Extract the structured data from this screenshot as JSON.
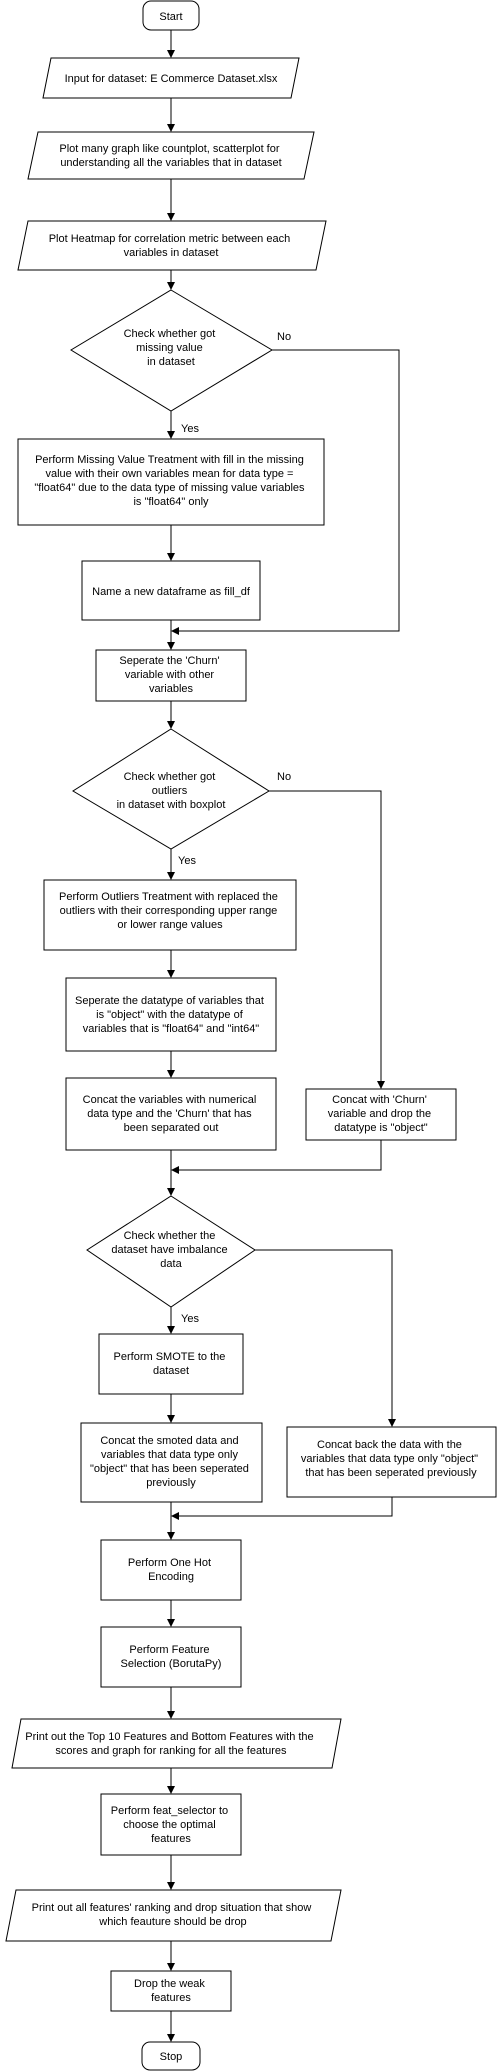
{
  "nodes": [
    {
      "id": "start",
      "shape": "terminal",
      "lines": [
        "Start"
      ]
    },
    {
      "id": "input",
      "shape": "io",
      "lines": [
        "Input for dataset: E Commerce Dataset.xlsx"
      ]
    },
    {
      "id": "plot",
      "shape": "io",
      "lines": [
        "Plot many graph like countplot, scatterplot for",
        "understanding all the variables that in dataset"
      ]
    },
    {
      "id": "heatmap",
      "shape": "io",
      "lines": [
        "Plot Heatmap for correlation metric between each",
        "variables in dataset"
      ]
    },
    {
      "id": "check_missing",
      "shape": "decision",
      "lines": [
        "Check whether got",
        "missing value",
        "in dataset"
      ]
    },
    {
      "id": "missing_treatment",
      "shape": "process",
      "lines": [
        "Perform Missing Value Treatment with fill in the missing",
        "value with their own variables mean for data type =",
        "\"float64\" due to the data type of missing value variables",
        "is \"float64\" only"
      ]
    },
    {
      "id": "fill_df",
      "shape": "process",
      "lines": [
        "Name a new dataframe as fill_df"
      ]
    },
    {
      "id": "separate_churn",
      "shape": "process",
      "lines": [
        "Seperate the 'Churn'",
        "variable with other",
        "variables"
      ]
    },
    {
      "id": "check_outliers",
      "shape": "decision",
      "lines": [
        "Check whether got",
        "outliers",
        "in dataset with boxplot"
      ]
    },
    {
      "id": "outlier_treatment",
      "shape": "process",
      "lines": [
        "Perform Outliers Treatment with replaced the",
        "outliers with their corresponding upper range",
        "or lower range values"
      ]
    },
    {
      "id": "separate_dtype",
      "shape": "process",
      "lines": [
        "Seperate the datatype of variables that",
        "is \"object\" with the datatype of",
        "variables that is \"float64\" and \"int64\""
      ]
    },
    {
      "id": "concat_numerical",
      "shape": "process",
      "lines": [
        "Concat the variables with numerical",
        "data type and the 'Churn' that has",
        "been separated out"
      ]
    },
    {
      "id": "concat_churn_drop",
      "shape": "process",
      "lines": [
        "Concat with 'Churn'",
        "variable and drop the",
        "datatype is \"object\""
      ]
    },
    {
      "id": "check_imbalance",
      "shape": "decision",
      "lines": [
        "Check whether the",
        "dataset have imbalance",
        "data"
      ]
    },
    {
      "id": "smote",
      "shape": "process",
      "lines": [
        "Perform SMOTE to the",
        "dataset"
      ]
    },
    {
      "id": "concat_smoted",
      "shape": "process",
      "lines": [
        "Concat the smoted data and",
        "variables that data type only",
        "\"object\" that has been seperated",
        "previously"
      ]
    },
    {
      "id": "concat_back",
      "shape": "process",
      "lines": [
        "Concat back the data with the",
        "variables that data type only \"object\"",
        "that has been seperated previously"
      ]
    },
    {
      "id": "one_hot",
      "shape": "process",
      "lines": [
        "Perform One Hot",
        "Encoding"
      ]
    },
    {
      "id": "feature_selection",
      "shape": "process",
      "lines": [
        "Perform Feature",
        "Selection (BorutaPy)"
      ]
    },
    {
      "id": "print_top10",
      "shape": "io",
      "lines": [
        "Print out the Top 10 Features and Bottom Features with the",
        "scores and graph for ranking for all the features"
      ]
    },
    {
      "id": "feat_selector",
      "shape": "process",
      "lines": [
        "Perform feat_selector to",
        "choose the optimal",
        "features"
      ]
    },
    {
      "id": "print_ranking",
      "shape": "io",
      "lines": [
        "Print out all features' ranking and drop situation that show",
        "which feauture should be drop"
      ]
    },
    {
      "id": "drop_weak",
      "shape": "process",
      "lines": [
        "Drop the weak",
        "features"
      ]
    },
    {
      "id": "stop",
      "shape": "terminal",
      "lines": [
        "Stop"
      ]
    }
  ],
  "edge_labels": {
    "missing_yes": "Yes",
    "missing_no": "No",
    "outliers_yes": "Yes",
    "outliers_no": "No",
    "imbalance_yes": "Yes"
  }
}
